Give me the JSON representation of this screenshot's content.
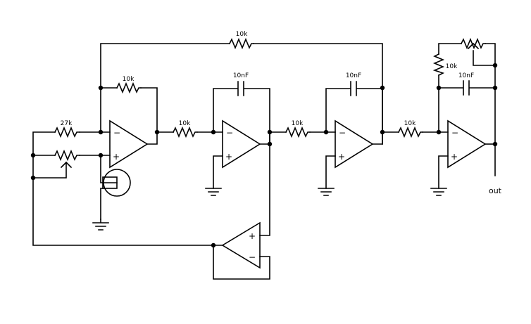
{
  "components": {
    "r_top": "10k",
    "r_fb1": "10k",
    "r_in": "27k",
    "r_12": "10k",
    "c_1": "10nF",
    "r_23": "10k",
    "c_2": "10nF",
    "r_34": "10k",
    "r_out": "10k",
    "c_3": "10nF"
  },
  "signs": {
    "minus": "−",
    "plus": "+"
  },
  "output_label": "out"
}
